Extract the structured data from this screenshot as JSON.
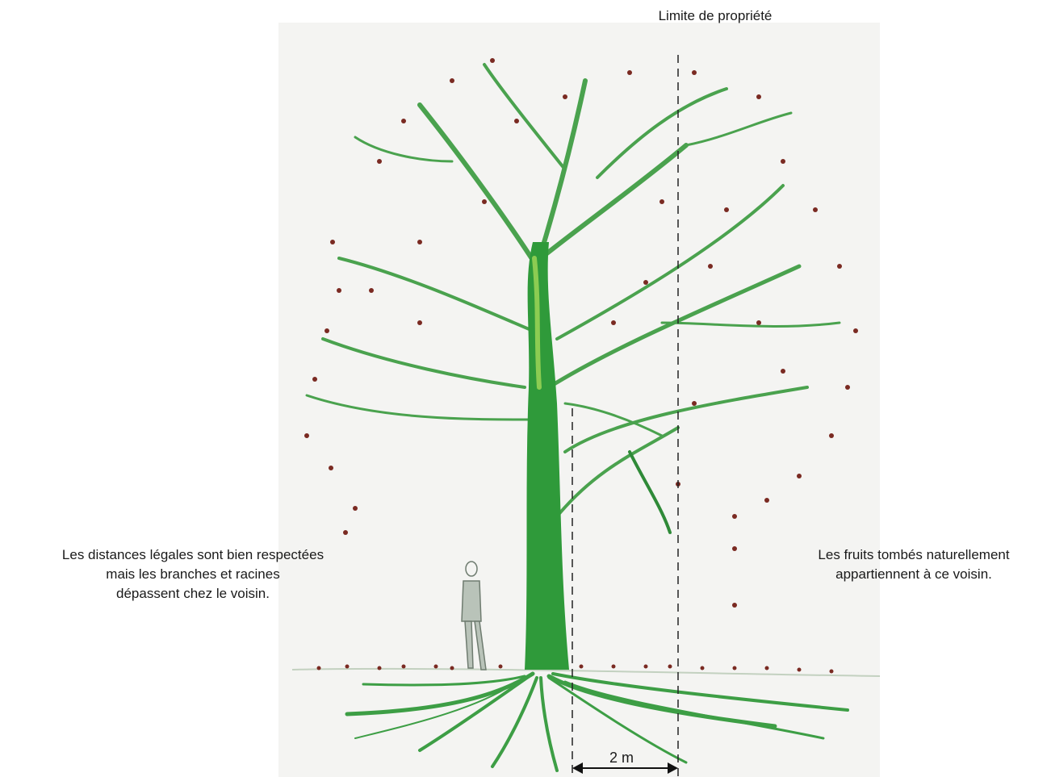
{
  "labels": {
    "property_line": "Limite de propriété",
    "left_note": [
      "Les distances légales sont bien respectées",
      "mais les branches et racines",
      "dépassent chez le voisin."
    ],
    "right_note": [
      "Les fruits tombés naturellement",
      "appartiennent à ce voisin."
    ],
    "distance": "2 m"
  },
  "colors": {
    "trunk": "#2f9a3a",
    "trunk_light": "#7cc04a",
    "branch": "#4aa24e",
    "branch_pale": "#9cc9a0",
    "fruit": "#7a2a22",
    "ground": "#c9d6c6",
    "paper": "#f4f4f2",
    "person": "#7d8a7e"
  },
  "icons": [
    "tree-illustration",
    "person-figure",
    "double-arrow"
  ]
}
